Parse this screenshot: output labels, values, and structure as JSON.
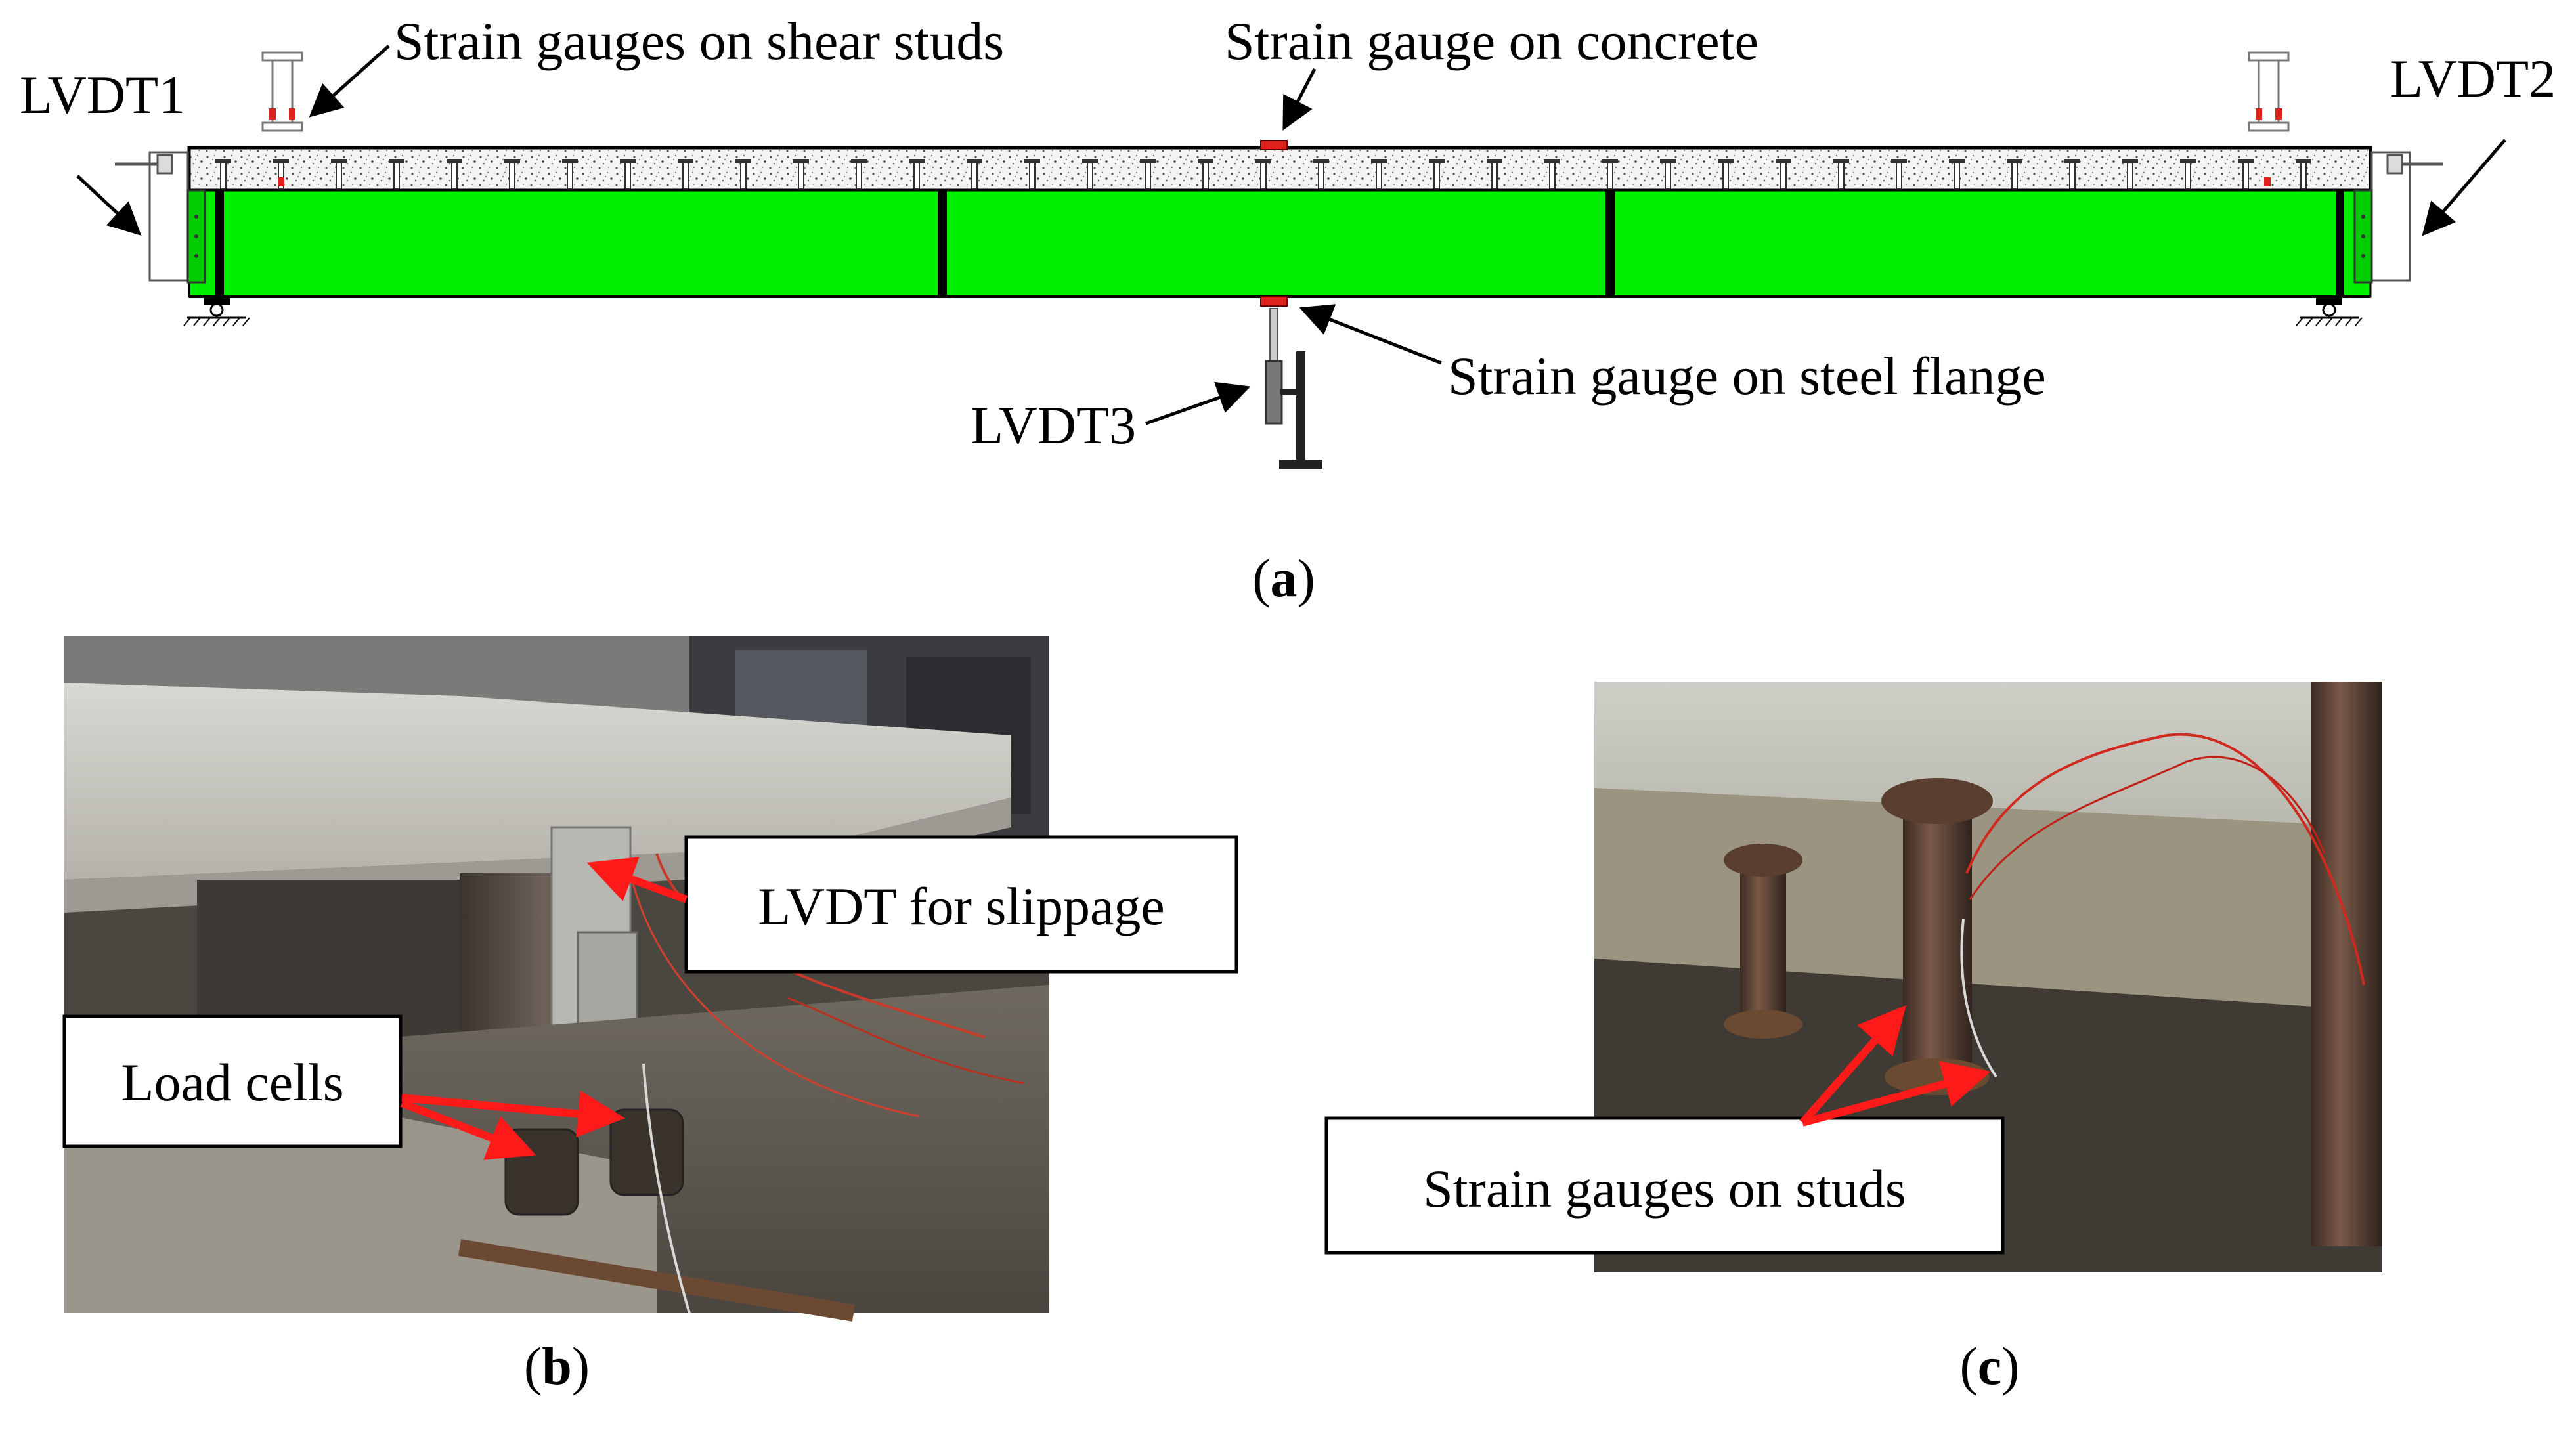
{
  "panel_a": {
    "labels": {
      "lvdt1": "LVDT1",
      "lvdt2": "LVDT2",
      "lvdt3": "LVDT3",
      "sg_studs": "Strain gauges on shear studs",
      "sg_concrete": "Strain gauge on concrete",
      "sg_flange": "Strain gauge on steel flange"
    },
    "caption_open": "(",
    "caption_letter": "a",
    "caption_close": ")",
    "colors": {
      "steel_beam": "#00ee00",
      "gauge": "#e0201a",
      "slab": "#f2f2f2"
    }
  },
  "panel_b": {
    "callout_lvdt": "LVDT for slippage",
    "callout_load": "Load cells",
    "caption_open": "(",
    "caption_letter": "b",
    "caption_close": ")",
    "colors": {
      "arrow": "#ff1a1a"
    }
  },
  "panel_c": {
    "callout_studs": "Strain gauges on studs",
    "caption_open": "(",
    "caption_letter": "c",
    "caption_close": ")"
  }
}
